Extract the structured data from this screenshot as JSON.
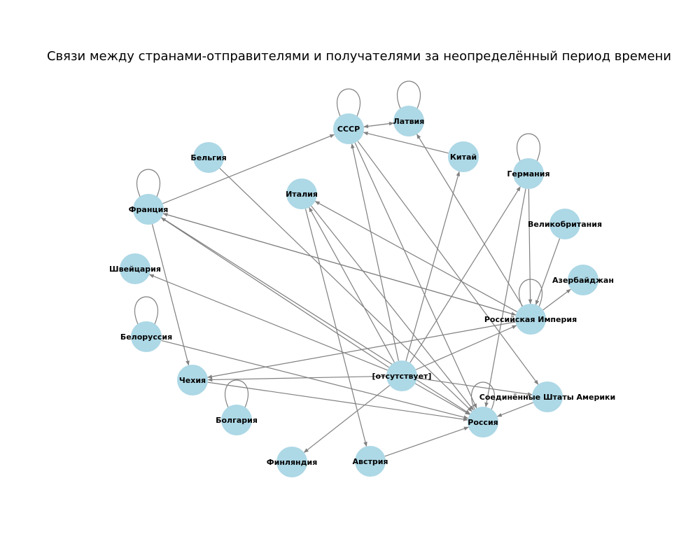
{
  "title": "Связи между странами-отправителями и получателями за неопределённый период времени",
  "nodes": [
    {
      "id": "ussr",
      "label": "СССР"
    },
    {
      "id": "latvia",
      "label": "Латвия"
    },
    {
      "id": "belgium",
      "label": "Бельгия"
    },
    {
      "id": "china",
      "label": "Китай"
    },
    {
      "id": "germany",
      "label": "Германия"
    },
    {
      "id": "italy",
      "label": "Италия"
    },
    {
      "id": "france",
      "label": "Франция"
    },
    {
      "id": "uk",
      "label": "Великобритания"
    },
    {
      "id": "switzerland",
      "label": "Швейцария"
    },
    {
      "id": "azerbaijan",
      "label": "Азербайджан"
    },
    {
      "id": "russian_empire",
      "label": "Российская Империя"
    },
    {
      "id": "belorussia",
      "label": "Белоруссия"
    },
    {
      "id": "absent",
      "label": "[отсутствует]"
    },
    {
      "id": "czechia",
      "label": "Чехия"
    },
    {
      "id": "usa",
      "label": "Соединённые Штаты Америки"
    },
    {
      "id": "bulgaria",
      "label": "Болгария"
    },
    {
      "id": "russia",
      "label": "Россия"
    },
    {
      "id": "finland",
      "label": "Финляндия"
    },
    {
      "id": "austria",
      "label": "Австрия"
    }
  ],
  "edges": [
    {
      "from": "ussr",
      "to": "ussr"
    },
    {
      "from": "latvia",
      "to": "latvia"
    },
    {
      "from": "france",
      "to": "france"
    },
    {
      "from": "germany",
      "to": "germany"
    },
    {
      "from": "belorussia",
      "to": "belorussia"
    },
    {
      "from": "bulgaria",
      "to": "bulgaria"
    },
    {
      "from": "russian_empire",
      "to": "russian_empire"
    },
    {
      "from": "russia",
      "to": "russia"
    },
    {
      "from": "ussr",
      "to": "latvia"
    },
    {
      "from": "latvia",
      "to": "ussr"
    },
    {
      "from": "china",
      "to": "ussr"
    },
    {
      "from": "france",
      "to": "ussr"
    },
    {
      "from": "belgium",
      "to": "russia"
    },
    {
      "from": "france",
      "to": "czechia"
    },
    {
      "from": "france",
      "to": "russian_empire"
    },
    {
      "from": "russian_empire",
      "to": "france"
    },
    {
      "from": "russian_empire",
      "to": "italy"
    },
    {
      "from": "russian_empire",
      "to": "latvia"
    },
    {
      "from": "russian_empire",
      "to": "azerbaijan"
    },
    {
      "from": "russian_empire",
      "to": "czechia"
    },
    {
      "from": "uk",
      "to": "russian_empire"
    },
    {
      "from": "germany",
      "to": "russian_empire"
    },
    {
      "from": "germany",
      "to": "russia"
    },
    {
      "from": "italy",
      "to": "austria"
    },
    {
      "from": "italy",
      "to": "russia"
    },
    {
      "from": "ussr",
      "to": "usa"
    },
    {
      "from": "ussr",
      "to": "russia"
    },
    {
      "from": "absent",
      "to": "ussr"
    },
    {
      "from": "absent",
      "to": "china"
    },
    {
      "from": "absent",
      "to": "germany"
    },
    {
      "from": "absent",
      "to": "russian_empire"
    },
    {
      "from": "absent",
      "to": "italy"
    },
    {
      "from": "absent",
      "to": "france"
    },
    {
      "from": "absent",
      "to": "switzerland"
    },
    {
      "from": "absent",
      "to": "czechia"
    },
    {
      "from": "absent",
      "to": "finland"
    },
    {
      "from": "absent",
      "to": "russia"
    },
    {
      "from": "absent",
      "to": "usa"
    },
    {
      "from": "belorussia",
      "to": "russia"
    },
    {
      "from": "czechia",
      "to": "russia"
    },
    {
      "from": "usa",
      "to": "russia"
    },
    {
      "from": "austria",
      "to": "russia"
    },
    {
      "from": "france",
      "to": "russia"
    }
  ],
  "colors": {
    "node": "#add8e6",
    "edge": "#808080",
    "text": "#000000"
  }
}
